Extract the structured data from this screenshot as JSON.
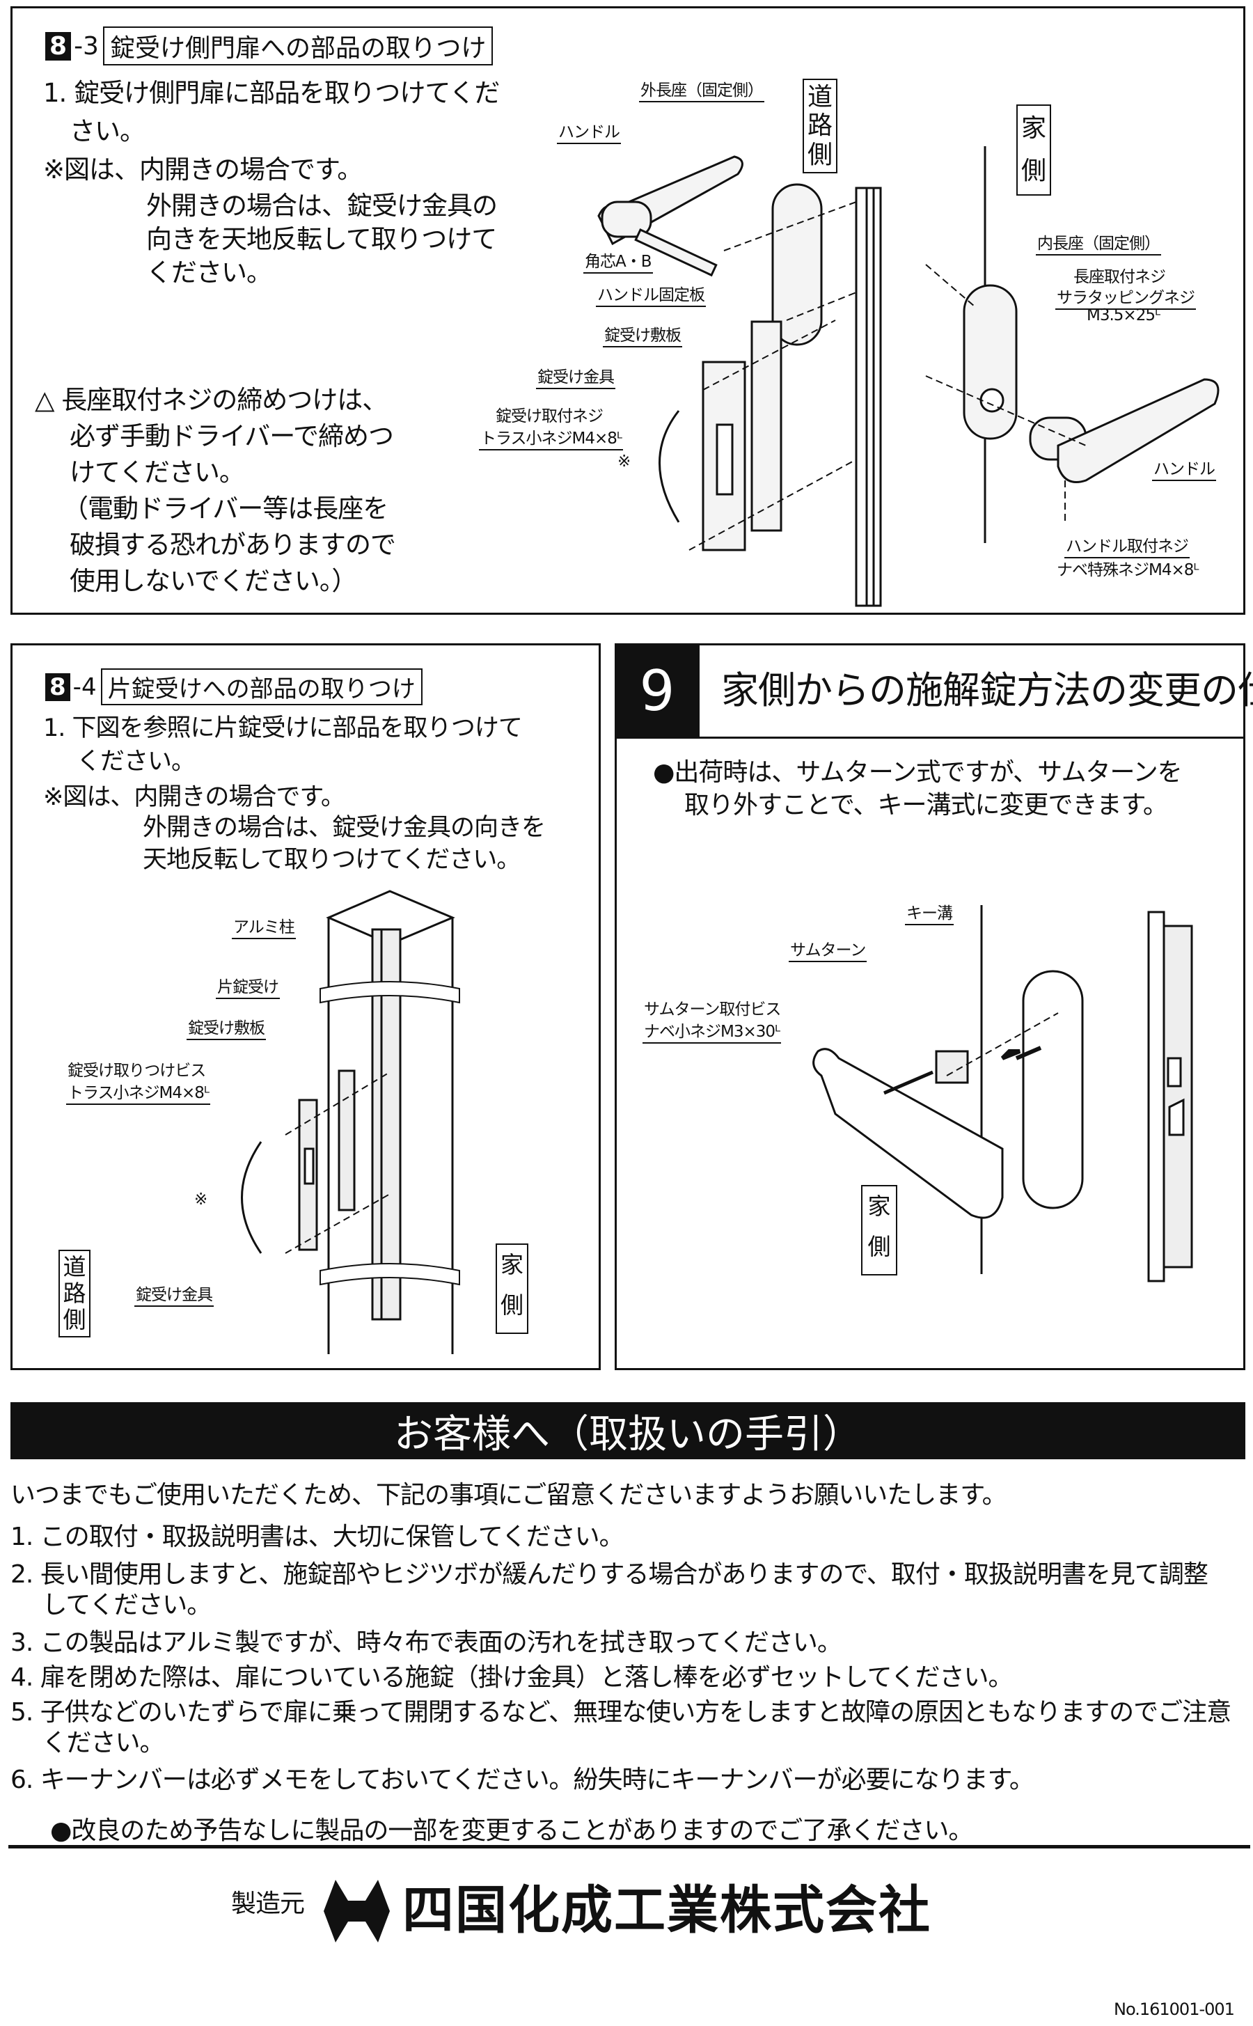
{
  "s83": {
    "num": "8",
    "sub": "-3",
    "title": "錠受け側門扉への部品の取りつけ",
    "lines": [
      "1. 錠受け側門扉に部品を取りつけてくだ",
      "さい。",
      "※図は、内開きの場合です。",
      "外開きの場合は、錠受け金具の",
      "向きを天地反転して取りつけて",
      "ください。"
    ],
    "warning_icon": "warning-triangle-icon",
    "warning": [
      "△ 長座取付ネジの締めつけは、",
      "必ず手動ドライバーで締めつ",
      "けてください。",
      "（電動ドライバー等は長座を",
      "破損する恐れがありますので",
      "使用しないでください。）"
    ],
    "labels": {
      "outer_plate": "外長座（固定側）",
      "road_side": [
        "道",
        "路",
        "側"
      ],
      "house_side": [
        "家",
        "側"
      ],
      "handle": "ハンドル",
      "spindle": "角芯A・B",
      "handle_plate": "ハンドル固定板",
      "strike_base": "錠受け敷板",
      "strike": "錠受け金具",
      "strike_screw": "錠受け取付ネジ",
      "strike_screw_spec": "トラス小ネジM4×8ᴸ",
      "note_mark": "※",
      "inner_plate": "内長座（固定側）",
      "plate_screw": "長座取付ネジ",
      "plate_screw_type": "サラタッピングネジ",
      "plate_screw_spec": "M3.5×25ᴸ",
      "handle2": "ハンドル",
      "handle_screw": "ハンドル取付ネジ",
      "handle_screw_spec": "ナベ特殊ネジM4×8ᴸ"
    }
  },
  "s84": {
    "num": "8",
    "sub": "-4",
    "title": "片錠受けへの部品の取りつけ",
    "lines": [
      "1. 下図を参照に片錠受けに部品を取りつけて",
      "ください。",
      "※図は、内開きの場合です。",
      "外開きの場合は、錠受け金具の向きを",
      "天地反転して取りつけてください。"
    ],
    "labels": {
      "post": "アルミ柱",
      "single_strike": "片錠受け",
      "strike_base": "錠受け敷板",
      "screw": "錠受け取りつけビス",
      "screw_spec": "トラス小ネジM4×8ᴸ",
      "note_mark": "※",
      "road_side": [
        "道",
        "路",
        "側"
      ],
      "strike": "錠受け金具",
      "house_side": [
        "家",
        "側"
      ]
    }
  },
  "s9": {
    "num": "9",
    "title": "家側からの施解錠方法の変更の仕方",
    "lines": [
      "●出荷時は、サムターン式ですが、サムターンを",
      "取り外すことで、キー溝式に変更できます。"
    ],
    "labels": {
      "key_slot": "キー溝",
      "thumbturn": "サムターン",
      "screw": "サムターン取付ビス",
      "screw_spec": "ナベ小ネジM3×30ᴸ",
      "house_side": [
        "家",
        "側"
      ]
    }
  },
  "care": {
    "banner": "お客様へ（取扱いの手引）",
    "intro": "いつまでもご使用いただくため、下記の事項にご留意くださいますようお願いいたします。",
    "items": [
      "1. この取付・取扱説明書は、大切に保管してください。",
      "2. 長い間使用しますと、施錠部やヒジツボが緩んだりする場合がありますので、取付・取扱説明書を見て調整",
      "　 してください。",
      "3. この製品はアルミ製ですが、時々布で表面の汚れを拭き取ってください。",
      "4. 扉を閉めた際は、扉についている施錠（掛け金具）と落し棒を必ずセットしてください。",
      "5. 子供などのいたずらで扉に乗って開閉するなど、無理な使い方をしますと故障の原因ともなりますのでご注意",
      "　 ください。",
      "6. キーナンバーは必ずメモをしておいてください。紛失時にキーナンバーが必要になります。"
    ],
    "notice": "●改良のため予告なしに製品の一部を変更することがありますのでご了承ください。"
  },
  "footer": {
    "maker_label": "製造元",
    "company": "四国化成工業株式会社",
    "doc_no": "No.161001-001"
  }
}
